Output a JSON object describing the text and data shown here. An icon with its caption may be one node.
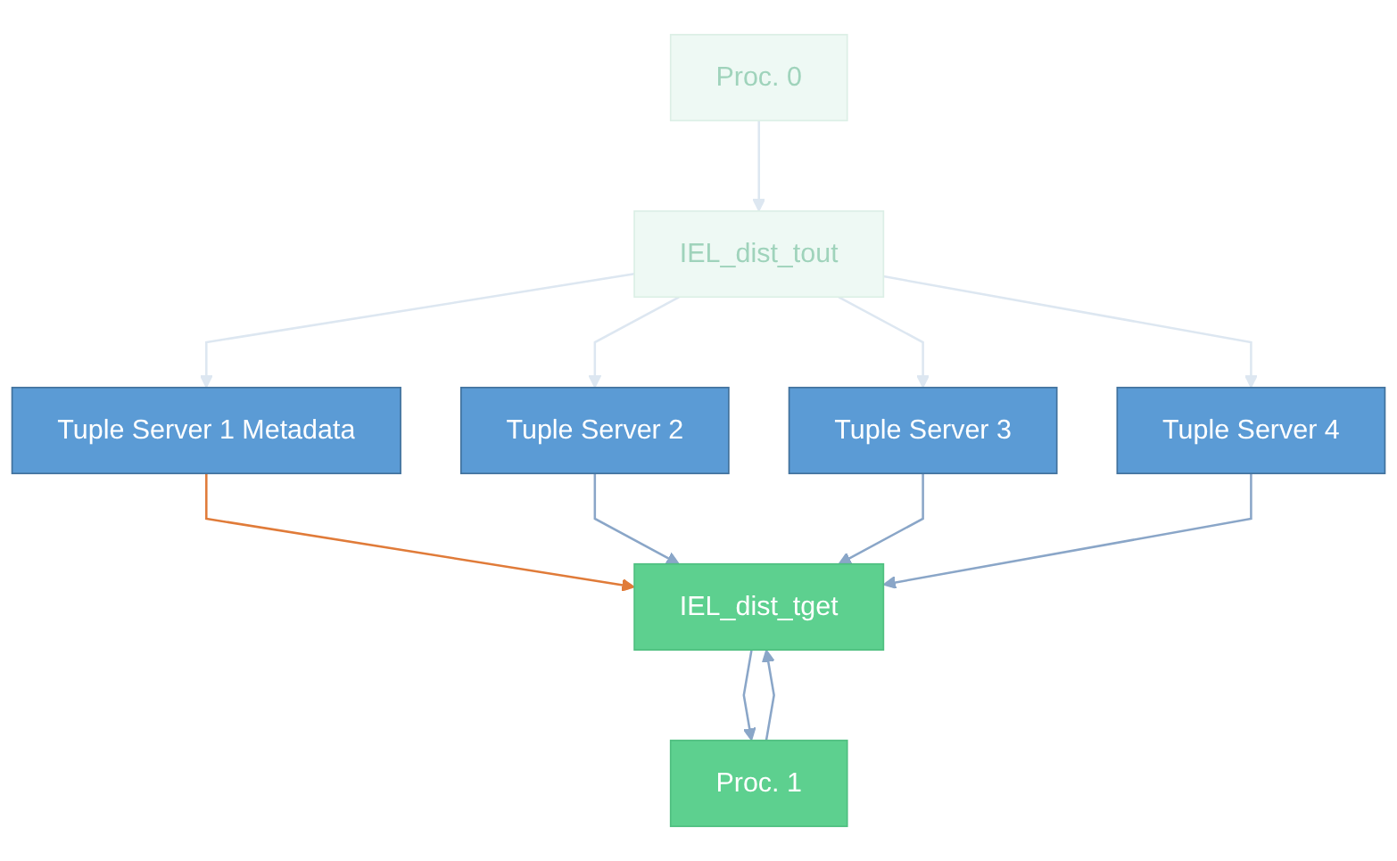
{
  "diagram": {
    "nodes": [
      {
        "text": [
          "Proc. 0"
        ]
      },
      {
        "text": [
          "Proc. 1"
        ]
      },
      {
        "text": [
          "IEL_dist_tout"
        ]
      },
      {
        "text": [
          "IEL_dist_tget"
        ]
      },
      {
        "text": [
          "Tuple Server 1 Metadata"
        ]
      },
      {
        "text": [
          "Tuple Server 2"
        ]
      },
      {
        "text": [
          "Tuple Server 3"
        ]
      },
      {
        "text": [
          "Tuple Server 4"
        ]
      }
    ],
    "edges": [
      {
        "from": 0,
        "to": 2,
        "arrow": "to",
        "color": "#dde7f1"
      },
      {
        "from": 1,
        "to": 3,
        "arrow": "to"
      },
      {
        "from": 3,
        "to": 1,
        "arrow": "to"
      },
      {
        "from": 2,
        "to": 4,
        "arrow": "to",
        "color": "#dde7f1"
      },
      {
        "from": 2,
        "to": 5,
        "arrow": "to",
        "color": "#dde7f1"
      },
      {
        "from": 2,
        "to": 6,
        "arrow": "to",
        "color": "#dde7f1"
      },
      {
        "from": 2,
        "to": 7,
        "arrow": "to",
        "color": "#dde7f1"
      },
      {
        "from": 4,
        "to": 3,
        "arrow": "to",
        "color": "#e07b39"
      },
      {
        "from": 5,
        "to": 3,
        "arrow": "to"
      },
      {
        "from": 6,
        "to": 3,
        "arrow": "to"
      },
      {
        "from": 7,
        "to": 3,
        "arrow": "to"
      }
    ]
  }
}
